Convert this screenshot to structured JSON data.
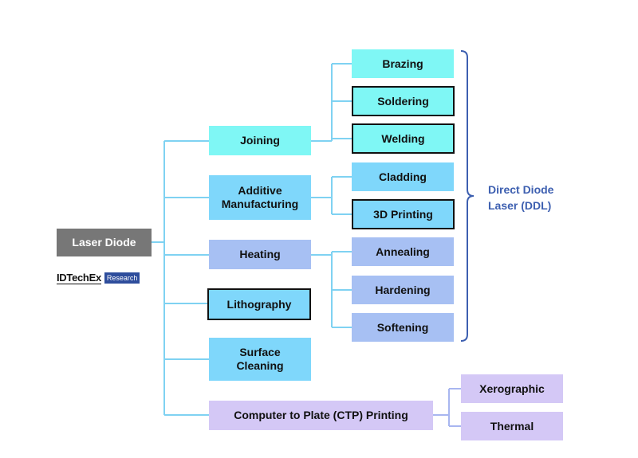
{
  "root": "Laser Diode",
  "logo": {
    "brand": "IDTechEx",
    "tag": "Research"
  },
  "categories": {
    "joining": "Joining",
    "additive": "Additive\nManufacturing",
    "heating": "Heating",
    "lithography": "Lithography",
    "surface_cleaning": "Surface\nCleaning",
    "ctp": "Computer to Plate (CTP) Printing"
  },
  "subcategories": {
    "brazing": "Brazing",
    "soldering": "Soldering",
    "welding": "Welding",
    "cladding": "Cladding",
    "printing_3d": "3D Printing",
    "annealing": "Annealing",
    "hardening": "Hardening",
    "softening": "Softening",
    "xerographic": "Xerographic",
    "thermal": "Thermal"
  },
  "ddl_label": "Direct Diode\nLaser (DDL)",
  "colors": {
    "connector": "#7fd2f2",
    "connector_ctp": "#a8b6f0",
    "bracket": "#3d5fb0",
    "cyan": "#7ff7f5",
    "sky": "#7fd7fb",
    "blue": "#a7c0f3",
    "purple": "#d4c8f6",
    "root": "#777777"
  }
}
